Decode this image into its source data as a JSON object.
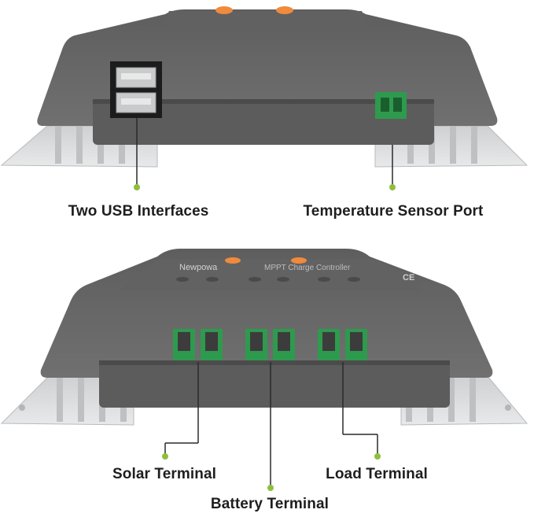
{
  "callouts": {
    "usb": "Two USB Interfaces",
    "temp": "Temperature Sensor Port",
    "solar": "Solar Terminal",
    "battery": "Battery Terminal",
    "load": "Load Terminal"
  },
  "device": {
    "brand": "Newpowa",
    "model_text": "MPPT Charge Controller",
    "cert_mark": "CE"
  },
  "colors": {
    "body": "#6a6a6a",
    "body_dark": "#565656",
    "heatsink": "#d9dadb",
    "terminal_green": "#2e9a4d",
    "button_orange": "#f08a3c",
    "dot_green": "#8fbf3a",
    "label_text": "#1e1e1e"
  }
}
